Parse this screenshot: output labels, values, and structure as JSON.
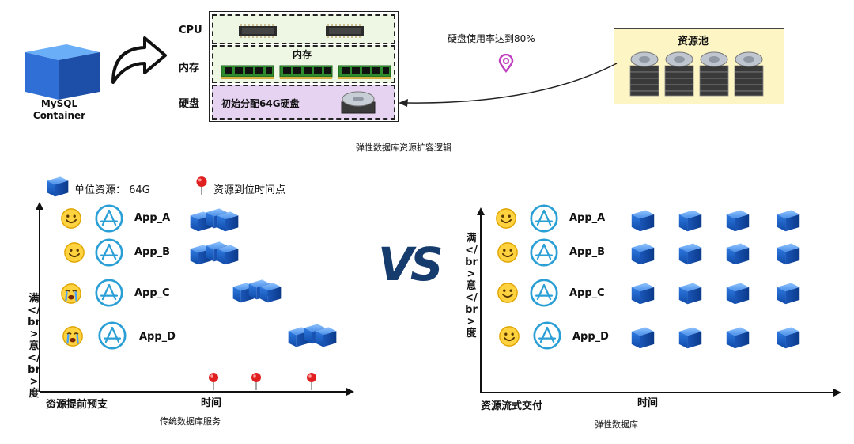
{
  "top": {
    "container_label_line1": "MySQL",
    "container_label_line2": "Container",
    "cpu_label": "CPU",
    "mem_label": "内存",
    "mem_inner_label": "内存",
    "disk_label": "硬盘",
    "disk_inner_label": "初始分配64G硬盘",
    "usage_label": "硬盘使用率达到80%",
    "pool_label": "资源池",
    "caption": "弹性数据库资源扩容逻辑"
  },
  "legend": {
    "unit_label": "单位资源：  64G",
    "time_point_label": "资源到位时间点"
  },
  "left_chart": {
    "y_label": "满\n</\nbr\n>\n意\n</\nbr\n>\n度",
    "origin_label": "资源提前预支",
    "x_label": "时间",
    "caption": "传统数据库服务",
    "apps": [
      {
        "name": "App_A",
        "mood": "happy"
      },
      {
        "name": "App_B",
        "mood": "happy"
      },
      {
        "name": "App_C",
        "mood": "crying"
      },
      {
        "name": "App_D",
        "mood": "crying"
      }
    ]
  },
  "vs_label": "VS",
  "right_chart": {
    "y_label": "满\n</\nbr\n>\n意\n</\nbr\n>\n度",
    "origin_label": "资源流式交付",
    "x_label": "时间",
    "caption": "弹性数据库",
    "apps": [
      {
        "name": "App_A",
        "mood": "happy"
      },
      {
        "name": "App_B",
        "mood": "happy"
      },
      {
        "name": "App_C",
        "mood": "happy"
      },
      {
        "name": "App_D",
        "mood": "happy"
      }
    ]
  },
  "colors": {
    "container_blue": "#2f6fd6",
    "disk_purple": "#e6d3f2",
    "pool_yellow": "#fdf5c4",
    "cube_blue": "#1e63c9",
    "app_icon": "#2a9fd6",
    "pin_red": "#e02020"
  }
}
